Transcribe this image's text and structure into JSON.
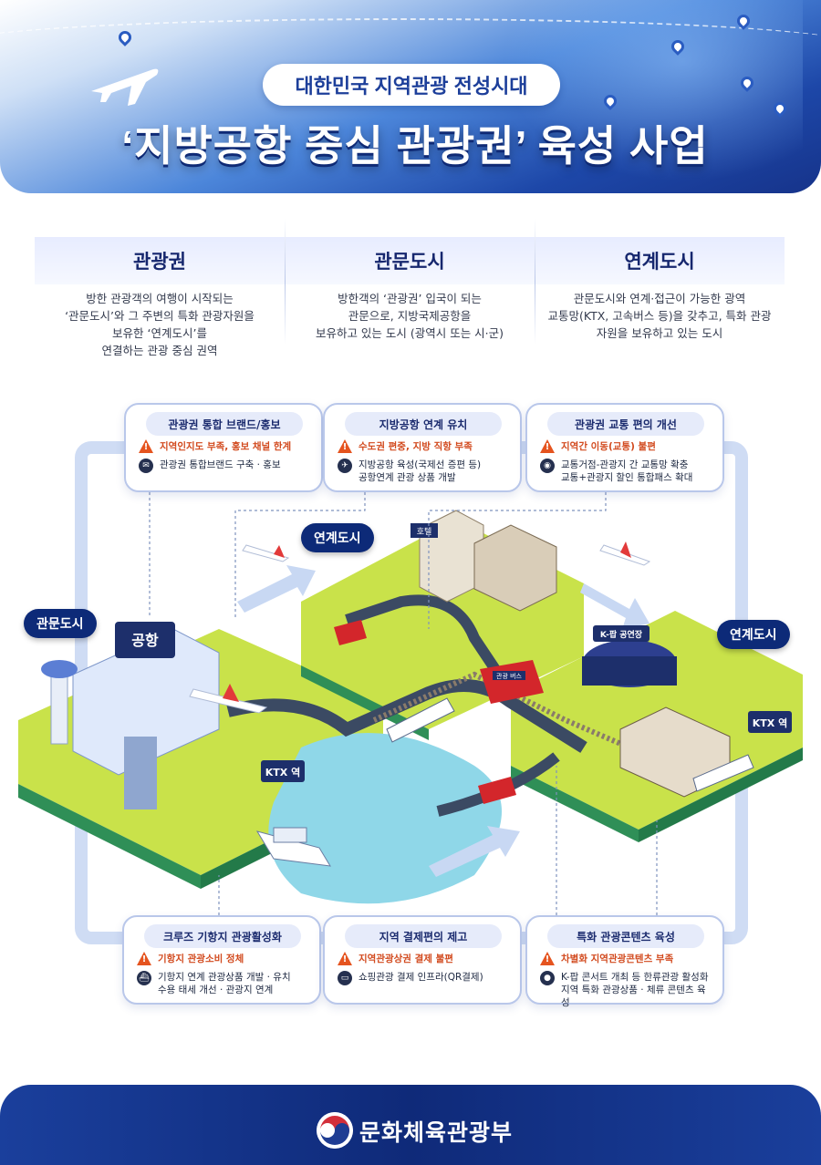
{
  "header": {
    "subtitle": "대한민국 지역관광 전성시대",
    "title": "‘지방공항 중심 관광권’ 육성 사업"
  },
  "definitions": [
    {
      "title": "관광권",
      "lines": [
        "방한 관광객의 여행이 시작되는",
        "‘관문도시’와 그 주변의 특화 관광자원을",
        "보유한 ‘연계도시’를",
        "연결하는 관광 중심 권역"
      ]
    },
    {
      "title": "관문도시",
      "lines": [
        "방한객의 ‘관광권’ 입국이 되는",
        "관문으로, 지방국제공항을",
        "보유하고 있는 도시 (광역시 또는 시·군)"
      ]
    },
    {
      "title": "연계도시",
      "lines": [
        "관문도시와 연계·접근이 가능한 광역",
        "교통망(KTX, 고속버스 등)을 갖추고, 특화 관광",
        "자원을 보유하고 있는 도시"
      ]
    }
  ],
  "city_tags": {
    "gateway": "관문도시",
    "linked_top": "연계도시",
    "linked_right": "연계도시"
  },
  "scene_labels": {
    "airport": "공항",
    "ktx_left": "KTX 역",
    "ktx_right": "KTX 역",
    "hotel": "호텔",
    "kpop": "K-팝 공연장",
    "bus": "관광 버스"
  },
  "cards": [
    {
      "title": "관광권 통합 브랜드/홍보",
      "problem": "지역인지도 부족, 홍보 채널 한계",
      "action": [
        "관광권 통합브랜드 구축 · 홍보"
      ],
      "icon": "megaphone-icon"
    },
    {
      "title": "지방공항 연계 유치",
      "problem": "수도권 편중, 지방 직항 부족",
      "action": [
        "지방공항 육성(국제선 증편 등)",
        "공항연계 관광 상품 개발"
      ],
      "icon": "airplane-icon"
    },
    {
      "title": "관광권 교통 편의 개선",
      "problem": "지역간 이동(교통) 불편",
      "action": [
        "교통거점-관광지 간 교통망 확충",
        "교통+관광지 할인 통합패스 확대"
      ],
      "icon": "car-icon"
    },
    {
      "title": "크루즈 기항지 관광활성화",
      "problem": "기항지 관광소비 정체",
      "action": [
        "기항지 연계 관광상품 개발 · 유치",
        "수용 태세 개선 · 관광지 연계"
      ],
      "icon": "ship-icon"
    },
    {
      "title": "지역 결제편의 제고",
      "problem": "지역관광상권 결제 불편",
      "action": [
        "쇼핑관광 결제 인프라(QR결제)"
      ],
      "icon": "card-icon"
    },
    {
      "title": "특화 관광콘텐츠 육성",
      "problem": "차별화 지역관광콘텐츠 부족",
      "action": [
        "K-팝 콘서트 개최 등 한류관광 활성화",
        "지역 특화 관광상품 · 체류 콘텐츠 육성"
      ],
      "icon": "location-icon"
    }
  ],
  "footer": {
    "ministry": "문화체육관광부"
  },
  "colors": {
    "navy": "#0d2a78",
    "warning": "#e5541f",
    "land": "#c9e24a",
    "water": "#8fd7e8"
  }
}
